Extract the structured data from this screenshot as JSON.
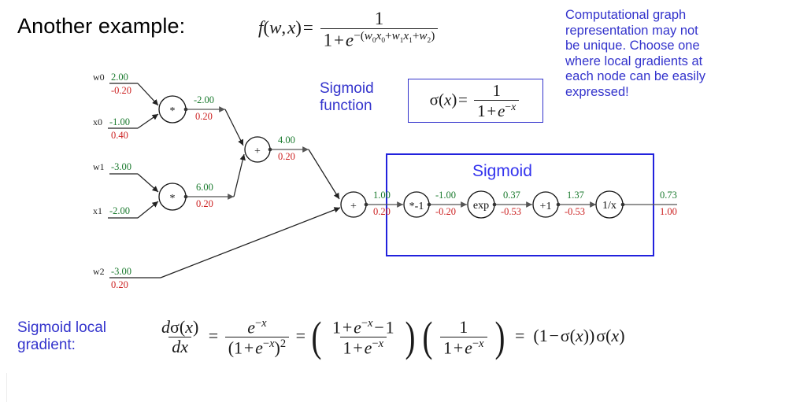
{
  "slide": {
    "title": "Another example:",
    "background": "#ffffff",
    "accent_blue": "#3333cc",
    "value_green": "#1a7a2e",
    "gradient_red": "#cc2222"
  },
  "main_formula": {
    "lhs": "f(w, x) =",
    "numerator": "1",
    "denominator": "1 + e^-(w0x0 + w1x1 + w2)",
    "plain": "f(w,x) = 1 / (1 + e^-(w0x0 + w1x1 + w2))"
  },
  "note": {
    "lines": [
      "Computational graph",
      "representation may not",
      "be unique. Choose one",
      "where local gradients at",
      "each node can be easily",
      "expressed!"
    ]
  },
  "sigmoid_function": {
    "label_line1": "Sigmoid",
    "label_line2": "function",
    "formula_lhs": "σ(x) =",
    "formula_numerator": "1",
    "formula_denominator": "1 + e^-x",
    "plain": "sigma(x) = 1 / (1 + e^-x)"
  },
  "sigmoid_group": {
    "label": "Sigmoid"
  },
  "graph": {
    "inputs": [
      {
        "name": "w0",
        "value": "2.00",
        "gradient": "-0.20"
      },
      {
        "name": "x0",
        "value": "-1.00",
        "gradient": "0.40"
      },
      {
        "name": "w1",
        "value": "-3.00",
        "gradient": ""
      },
      {
        "name": "x1",
        "value": "-2.00",
        "gradient": ""
      },
      {
        "name": "w2",
        "value": "-3.00",
        "gradient": "0.20"
      }
    ],
    "gates": [
      {
        "id": "mul-top",
        "symbol": "*"
      },
      {
        "id": "mul-bottom",
        "symbol": "*"
      },
      {
        "id": "add-mid",
        "symbol": "+"
      },
      {
        "id": "add-main",
        "symbol": "+"
      },
      {
        "id": "times-neg1",
        "symbol": "*-1"
      },
      {
        "id": "exp",
        "symbol": "exp"
      },
      {
        "id": "plus-1",
        "symbol": "+1"
      },
      {
        "id": "reciprocal",
        "symbol": "1/x"
      }
    ],
    "edges": [
      {
        "id": "mul-top-out",
        "value": "-2.00",
        "gradient": "0.20"
      },
      {
        "id": "mul-bottom-out",
        "value": "6.00",
        "gradient": "0.20"
      },
      {
        "id": "add-mid-out",
        "value": "4.00",
        "gradient": "0.20"
      },
      {
        "id": "add-main-out",
        "value": "1.00",
        "gradient": "0.20"
      },
      {
        "id": "times-neg1-out",
        "value": "-1.00",
        "gradient": "-0.20"
      },
      {
        "id": "exp-out",
        "value": "0.37",
        "gradient": "-0.53"
      },
      {
        "id": "plus-1-out",
        "value": "1.37",
        "gradient": "-0.53"
      },
      {
        "id": "reciprocal-out",
        "value": "0.73",
        "gradient": "1.00"
      }
    ]
  },
  "sigmoid_gradient": {
    "label_line1": "Sigmoid local",
    "label_line2": "gradient:",
    "plain": "d sigma(x)/dx = e^-x/(1+e^-x)^2 = ((1+e^-x-1)/(1+e^-x)) (1/(1+e^-x)) = (1 - sigma(x)) sigma(x)",
    "terms": {
      "lhs_num": "dσ(x)",
      "lhs_den": "dx",
      "t1_num": "e^-x",
      "t1_den": "(1 + e^-x)^2",
      "t2_num": "1 + e^-x - 1",
      "t2_den": "1 + e^-x",
      "t3_num": "1",
      "t3_den": "1 + e^-x",
      "result": "(1 - σ(x)) σ(x)"
    }
  }
}
